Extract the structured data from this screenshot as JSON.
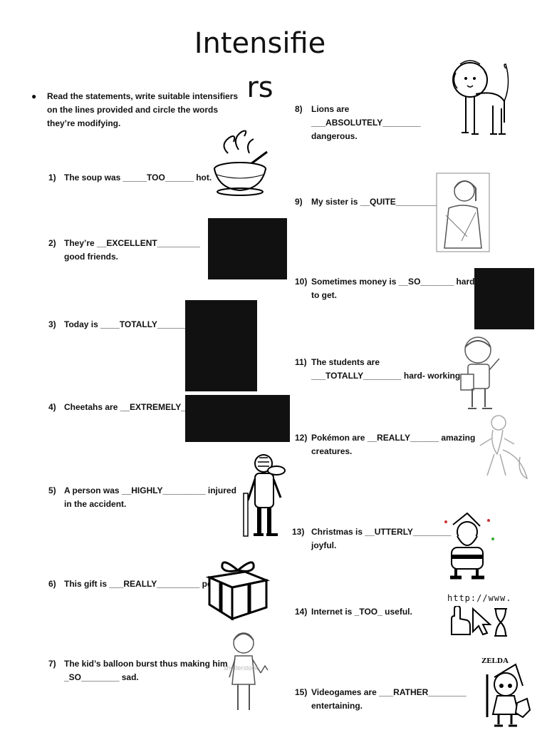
{
  "title": "Intensifiers",
  "instructions": "Read the statements, write suitable intensifiers on the lines provided and circle the words they’re modifying.",
  "items": [
    {
      "num": "1)",
      "text": "The soup was _____TOO______ hot."
    },
    {
      "num": "2)",
      "text": "They’re __EXCELLENT_________ good friends."
    },
    {
      "num": "3)",
      "text": "Today is ____TOTALLY________ nice."
    },
    {
      "num": "4)",
      "text": "Cheetahs are __EXTREMELY_______ fast."
    },
    {
      "num": "5)",
      "text": "A person was __HIGHLY_________ injured in the accident."
    },
    {
      "num": "6)",
      "text": "This gift is ___REALLY_________ perfect."
    },
    {
      "num": "7)",
      "text": "The kid’s balloon burst thus making him _SO________ sad."
    },
    {
      "num": "8)",
      "text": "Lions are ___ABSOLUTELY________ dangerous."
    },
    {
      "num": "9)",
      "text": "My sister is __QUITE_________ sick."
    },
    {
      "num": "10)",
      "text": "Sometimes money is __SO_______ hard to get."
    },
    {
      "num": "11)",
      "text": "The students are ___TOTALLY________ hard- working."
    },
    {
      "num": "12)",
      "text": "Pokémon are __REALLY______ amazing creatures."
    },
    {
      "num": "13)",
      "text": "Christmas is __UTTERLY________ joyful."
    },
    {
      "num": "14)",
      "text": "Internet is _TOO_ useful."
    },
    {
      "num": "15)",
      "text": "Videogames are ___RATHER________ entertaining."
    }
  ],
  "images": {
    "hourglass_url_text": "http://www.",
    "zelda_logo": "ZELDA",
    "watermark_shutterstock": "shutterstock"
  }
}
